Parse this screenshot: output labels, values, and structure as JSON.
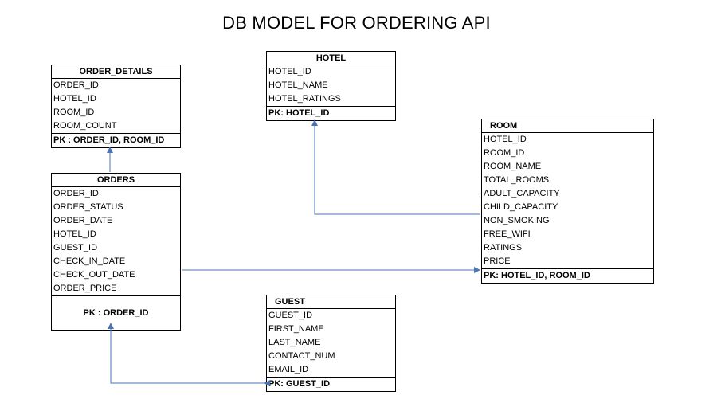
{
  "title": "DB MODEL FOR ORDERING API",
  "entities": {
    "order_details": {
      "name": "ORDER_DETAILS",
      "fields": [
        "ORDER_ID",
        "HOTEL_ID",
        "ROOM_ID",
        "ROOM_COUNT"
      ],
      "pk": "PK : ORDER_ID, ROOM_ID"
    },
    "hotel": {
      "name": "HOTEL",
      "fields": [
        "HOTEL_ID",
        "HOTEL_NAME",
        "HOTEL_RATINGS"
      ],
      "pk": "PK: HOTEL_ID"
    },
    "room": {
      "name": "ROOM",
      "fields": [
        "HOTEL_ID",
        "ROOM_ID",
        "ROOM_NAME",
        "TOTAL_ROOMS",
        "ADULT_CAPACITY",
        "CHILD_CAPACITY",
        "NON_SMOKING",
        "FREE_WIFI",
        "RATINGS",
        "PRICE"
      ],
      "pk": "PK: HOTEL_ID, ROOM_ID"
    },
    "orders": {
      "name": "ORDERS",
      "fields": [
        "ORDER_ID",
        "ORDER_STATUS",
        "ORDER_DATE",
        "HOTEL_ID",
        "GUEST_ID",
        "CHECK_IN_DATE",
        "CHECK_OUT_DATE",
        "ORDER_PRICE"
      ],
      "pk": "PK : ORDER_ID"
    },
    "guest": {
      "name": "GUEST",
      "fields": [
        "GUEST_ID",
        "FIRST_NAME",
        "LAST_NAME",
        "CONTACT_NUM",
        "EMAIL_ID"
      ],
      "pk": "PK: GUEST_ID"
    }
  },
  "colors": {
    "connector": "#4a76b8",
    "border": "#000000"
  }
}
